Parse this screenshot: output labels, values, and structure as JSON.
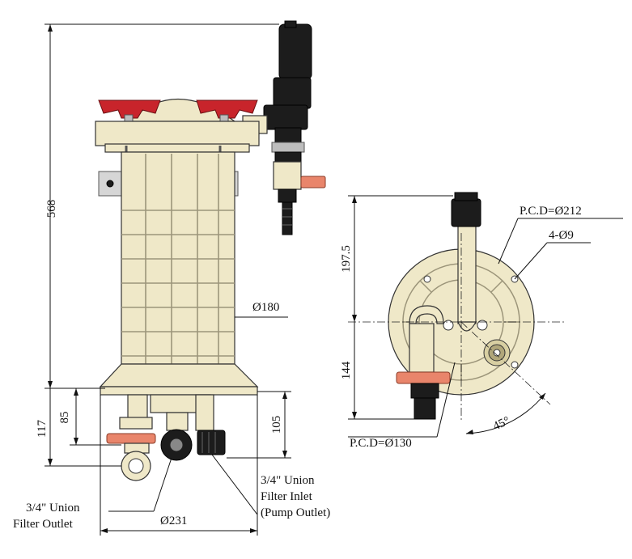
{
  "dimensions": {
    "overall_height": "568",
    "lower_height_left": "117",
    "outlet_height": "85",
    "inlet_height": "105",
    "body_diameter": "Ø180",
    "base_diameter": "Ø231",
    "top_offset": "197.5",
    "bottom_offset": "144",
    "angle": "45°"
  },
  "labels": {
    "pcd_large": "P.C.D=Ø212",
    "bolt_holes": "4-Ø9",
    "pcd_small": "P.C.D=Ø130",
    "outlet_line1": "3/4\" Union",
    "outlet_line2": "Filter Outlet",
    "inlet_line1": "3/4\" Union",
    "inlet_line2": "Filter Inlet",
    "inlet_line3": "(Pump Outlet)"
  },
  "colors": {
    "body": "#efe8c8",
    "handle": "#c8242b",
    "fitting": "#1c1c1c",
    "valve_handle": "#e9856b"
  }
}
